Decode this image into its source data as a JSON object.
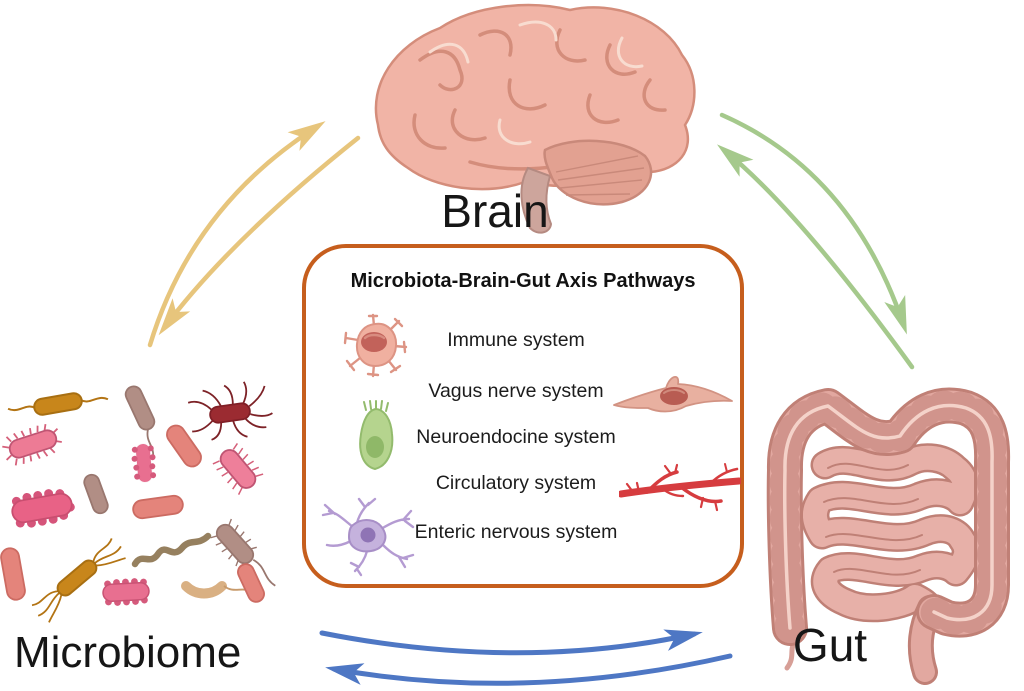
{
  "nodes": {
    "brain": {
      "label": "Brain"
    },
    "microbiome": {
      "label": "Microbiome"
    },
    "gut": {
      "label": "Gut"
    }
  },
  "pathway_box": {
    "title": "Microbiota-Brain-Gut Axis Pathways",
    "border_color": "#c65e1d",
    "items": [
      {
        "label": "Immune system",
        "icon": "immune-cell-icon",
        "icon_side": "left",
        "icon_color": "#f0b0a0"
      },
      {
        "label": "Vagus nerve system",
        "icon": "nerve-cell-icon",
        "icon_side": "right",
        "icon_color": "#e8b0a0"
      },
      {
        "label": "Neuroendocine system",
        "icon": "neuroendocrine-cell-icon",
        "icon_side": "left",
        "icon_color": "#b5d48e"
      },
      {
        "label": "Circulatory system",
        "icon": "blood-vessel-icon",
        "icon_side": "right",
        "icon_color": "#d63c3f"
      },
      {
        "label": "Enteric nervous system",
        "icon": "enteric-neuron-icon",
        "icon_side": "left",
        "icon_color": "#c5b2dd"
      }
    ]
  },
  "arrows": [
    {
      "between": [
        "Microbiome",
        "Brain"
      ],
      "bidirectional": true,
      "color": "#e7c57c"
    },
    {
      "between": [
        "Brain",
        "Gut"
      ],
      "bidirectional": true,
      "color": "#a5c98c"
    },
    {
      "between": [
        "Microbiome",
        "Gut"
      ],
      "bidirectional": true,
      "color": "#4e77c4"
    }
  ],
  "illustration_colors": {
    "brain_fill": "#f1b4a6",
    "brain_line": "#d48d7b",
    "cerebellum": "#e2a191",
    "gut_fill": "#e2a8a0",
    "gut_line": "#c08076",
    "bacteria": [
      "#c8861b",
      "#ed7b95",
      "#b18e85",
      "#e4847b",
      "#9b2b31",
      "#96805f",
      "#d9b083"
    ]
  }
}
